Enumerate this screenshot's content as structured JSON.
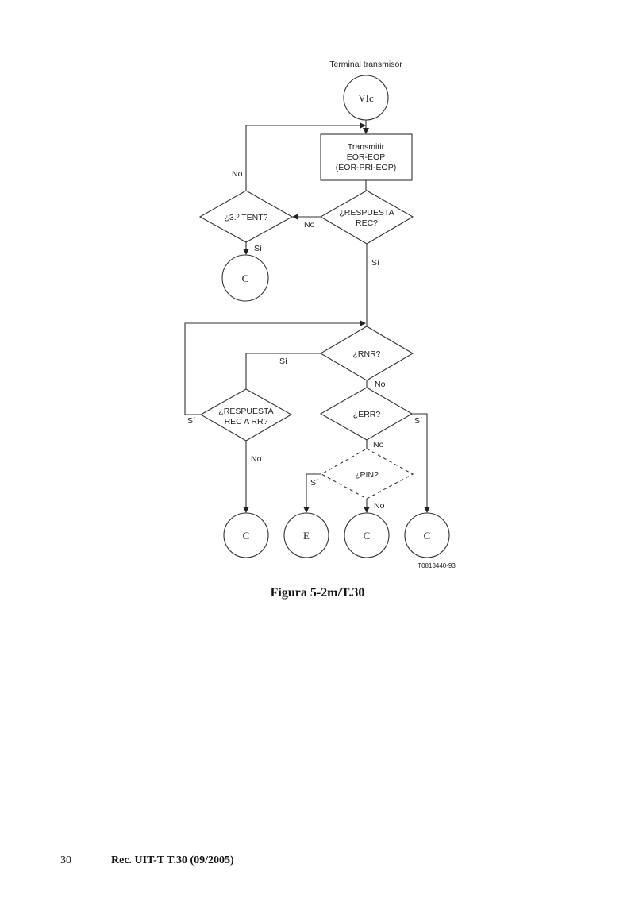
{
  "diagram": {
    "header": "Terminal transmisor",
    "start_connector": "VIc",
    "process_box": {
      "line1": "Transmitir",
      "line2": "EOR-EOP",
      "line3": "(EOR-PRI-EOP)"
    },
    "decisions": {
      "respuesta_rec": {
        "line1": "¿RESPUESTA",
        "line2": "REC?"
      },
      "tercer_tent": {
        "line1": "¿3.º TENT?"
      },
      "rnr": {
        "line1": "¿RNR?"
      },
      "respuesta_rec_rr": {
        "line1": "¿RESPUESTA",
        "line2": "REC A RR?"
      },
      "err": {
        "line1": "¿ERR?"
      },
      "pin": {
        "line1": "¿PIN?"
      }
    },
    "edge_labels": {
      "tent_no": "No",
      "resp_no": "No",
      "tent_si": "Sí",
      "resp_si": "Sí",
      "rnr_si": "Sí",
      "rnr_no": "No",
      "rr_si": "Sí",
      "rr_no": "No",
      "err_si": "Sí",
      "err_no": "No",
      "pin_si": "Sí",
      "pin_no": "No"
    },
    "connectors": {
      "tent_end": "C",
      "rr_end": "C",
      "pin_si_end": "E",
      "pin_no_end": "C",
      "err_si_end": "C"
    },
    "figure_code": "T0813440-93"
  },
  "caption": "Figura 5-2m/T.30",
  "footer": {
    "page_number": "30",
    "reference": "Rec. UIT-T T.30 (09/2005)"
  }
}
